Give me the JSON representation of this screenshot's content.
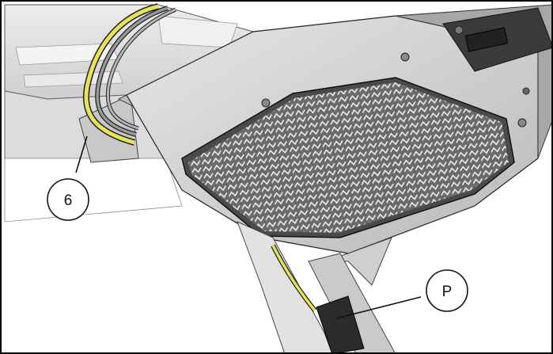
{
  "callouts": [
    {
      "id": "6",
      "label": "6"
    },
    {
      "id": "P",
      "label": "P"
    }
  ],
  "colors": {
    "wire_yellow": "#e6e35a",
    "grille_dark": "#5b5b5b",
    "housing_light": "#d2d2d2",
    "outline": "#111111"
  }
}
